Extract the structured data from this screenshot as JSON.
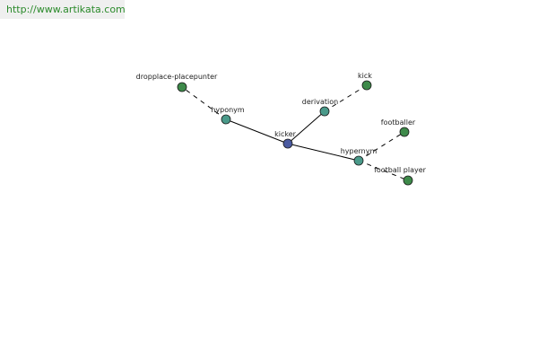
{
  "site_url": "http://www.artikata.com",
  "colors": {
    "url_text": "#2a8a2a",
    "url_bg": "#efefef",
    "center_node": "#4a5aa0",
    "relation_node": "#4a9a8a",
    "leaf_node": "#3e8a4a"
  },
  "graph": {
    "nodes": [
      {
        "id": "kicker",
        "label": "kicker",
        "kind": "center"
      },
      {
        "id": "hyponym",
        "label": "hyponym",
        "kind": "relation"
      },
      {
        "id": "derivation",
        "label": "derivation",
        "kind": "relation"
      },
      {
        "id": "hypernym",
        "label": "hypernym",
        "kind": "relation"
      },
      {
        "id": "dropplace",
        "label": "dropplace-placepunter",
        "kind": "leaf"
      },
      {
        "id": "kick",
        "label": "kick",
        "kind": "leaf"
      },
      {
        "id": "footballer",
        "label": "footballer",
        "kind": "leaf"
      },
      {
        "id": "football-player",
        "label": "football player",
        "kind": "leaf"
      }
    ],
    "edges": [
      {
        "from": "kicker",
        "to": "hyponym",
        "style": "solid"
      },
      {
        "from": "kicker",
        "to": "derivation",
        "style": "solid"
      },
      {
        "from": "kicker",
        "to": "hypernym",
        "style": "solid"
      },
      {
        "from": "hyponym",
        "to": "dropplace",
        "style": "dashed"
      },
      {
        "from": "derivation",
        "to": "kick",
        "style": "dashed"
      },
      {
        "from": "hypernym",
        "to": "footballer",
        "style": "dashed"
      },
      {
        "from": "hypernym",
        "to": "football-player",
        "style": "dashed"
      }
    ]
  }
}
